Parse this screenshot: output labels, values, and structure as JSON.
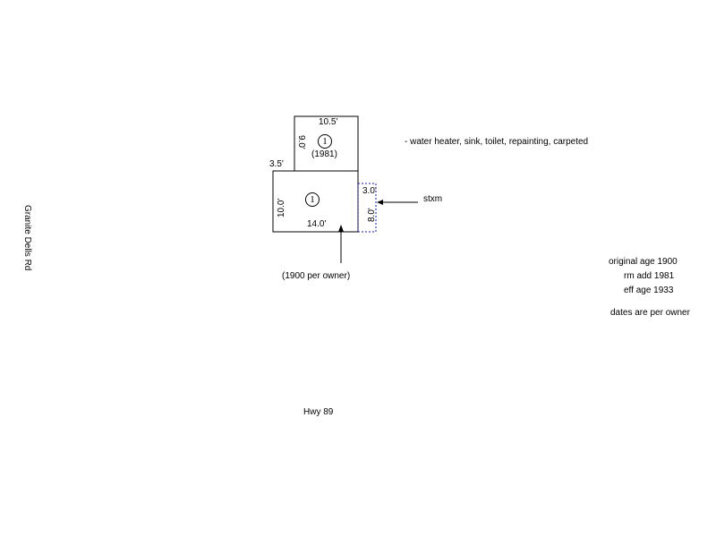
{
  "road_left": "Granite Dells Rd",
  "road_bottom": "Hwy 89",
  "upper_room": {
    "width_label": "10.5'",
    "depth_label": "9.0'",
    "section_number": "1",
    "year_note": "(1981)"
  },
  "main_room": {
    "offset_label": "3.5'",
    "depth_label": "10.0'",
    "width_label": "14.0'",
    "section_number": "1",
    "year_note": "(1900  per owner)"
  },
  "stoop": {
    "width_label": "3.0'",
    "depth_label": "8.0'",
    "callout": "stxm"
  },
  "addition_note": "- water heater, sink, toilet, repainting, carpeted",
  "age_notes": {
    "original": "original age 1900",
    "room_add": "rm add 1981",
    "effective": "eff age 1933",
    "source": "dates are per owner"
  },
  "colors": {
    "line": "#000000",
    "stoop_outline": "#1a1aa6"
  }
}
